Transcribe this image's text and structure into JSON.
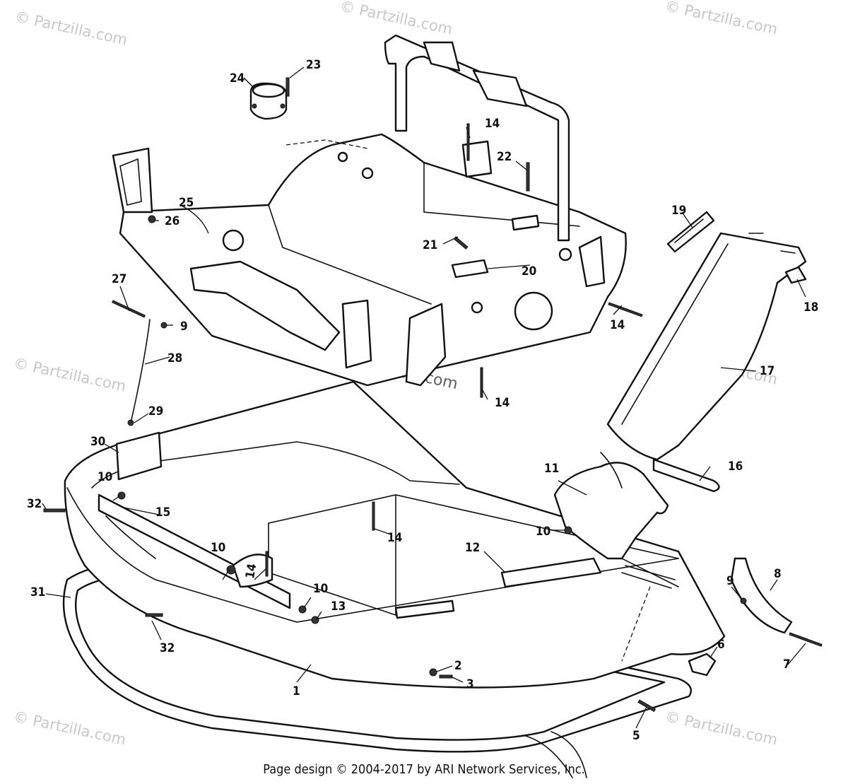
{
  "watermark": "© Partzilla.com",
  "copyright": "Page design © 2004-2017 by ARI Network Services, Inc.",
  "callouts": [
    {
      "id": "c1",
      "label": "1"
    },
    {
      "id": "c2",
      "label": "2"
    },
    {
      "id": "c3",
      "label": "3"
    },
    {
      "id": "c5",
      "label": "5"
    },
    {
      "id": "c6",
      "label": "6"
    },
    {
      "id": "c7",
      "label": "7"
    },
    {
      "id": "c8",
      "label": "8"
    },
    {
      "id": "c9a",
      "label": "9"
    },
    {
      "id": "c9b",
      "label": "9"
    },
    {
      "id": "c10a",
      "label": "10"
    },
    {
      "id": "c10b",
      "label": "10"
    },
    {
      "id": "c10c",
      "label": "10"
    },
    {
      "id": "c10d",
      "label": "10"
    },
    {
      "id": "c11",
      "label": "11"
    },
    {
      "id": "c12",
      "label": "12"
    },
    {
      "id": "c13",
      "label": "13"
    },
    {
      "id": "c14a",
      "label": "14"
    },
    {
      "id": "c14b",
      "label": "14"
    },
    {
      "id": "c14c",
      "label": "14"
    },
    {
      "id": "c14d",
      "label": "14"
    },
    {
      "id": "c14e",
      "label": "14"
    },
    {
      "id": "c15",
      "label": "15"
    },
    {
      "id": "c16",
      "label": "16"
    },
    {
      "id": "c17",
      "label": "17"
    },
    {
      "id": "c18",
      "label": "18"
    },
    {
      "id": "c19",
      "label": "19"
    },
    {
      "id": "c20",
      "label": "20"
    },
    {
      "id": "c21",
      "label": "21"
    },
    {
      "id": "c22",
      "label": "22"
    },
    {
      "id": "c23",
      "label": "23"
    },
    {
      "id": "c24",
      "label": "24"
    },
    {
      "id": "c25",
      "label": "25"
    },
    {
      "id": "c26",
      "label": "26"
    },
    {
      "id": "c27",
      "label": "27"
    },
    {
      "id": "c28",
      "label": "28"
    },
    {
      "id": "c29",
      "label": "29"
    },
    {
      "id": "c30",
      "label": "30"
    },
    {
      "id": "c31",
      "label": "31"
    },
    {
      "id": "c32a",
      "label": "32"
    },
    {
      "id": "c32b",
      "label": "32"
    }
  ]
}
